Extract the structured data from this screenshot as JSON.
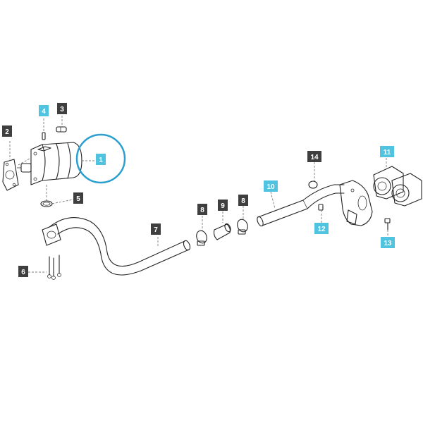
{
  "colors": {
    "callout_dark": "#3f3f3f",
    "callout_highlight": "#4fc3e0",
    "callout_text_dark": "#ffffff",
    "callout_text_highlight": "#ffffff",
    "selection_circle": "#2a9fd0",
    "line": "#222222"
  },
  "callouts": [
    {
      "id": "c1",
      "text": "1",
      "style": "highlight",
      "selected": true
    },
    {
      "id": "c2",
      "text": "2",
      "style": "dark"
    },
    {
      "id": "c3",
      "text": "3",
      "style": "dark"
    },
    {
      "id": "c4",
      "text": "4",
      "style": "highlight"
    },
    {
      "id": "c5",
      "text": "5",
      "style": "dark"
    },
    {
      "id": "c6",
      "text": "6",
      "style": "dark"
    },
    {
      "id": "c7",
      "text": "7",
      "style": "dark"
    },
    {
      "id": "c8a",
      "text": "8",
      "style": "dark"
    },
    {
      "id": "c9",
      "text": "9",
      "style": "dark"
    },
    {
      "id": "c8b",
      "text": "8",
      "style": "dark"
    },
    {
      "id": "c10",
      "text": "10",
      "style": "highlight"
    },
    {
      "id": "c11",
      "text": "11",
      "style": "highlight"
    },
    {
      "id": "c12",
      "text": "12",
      "style": "highlight"
    },
    {
      "id": "c13",
      "text": "13",
      "style": "highlight"
    },
    {
      "id": "c14",
      "text": "14",
      "style": "dark"
    }
  ]
}
